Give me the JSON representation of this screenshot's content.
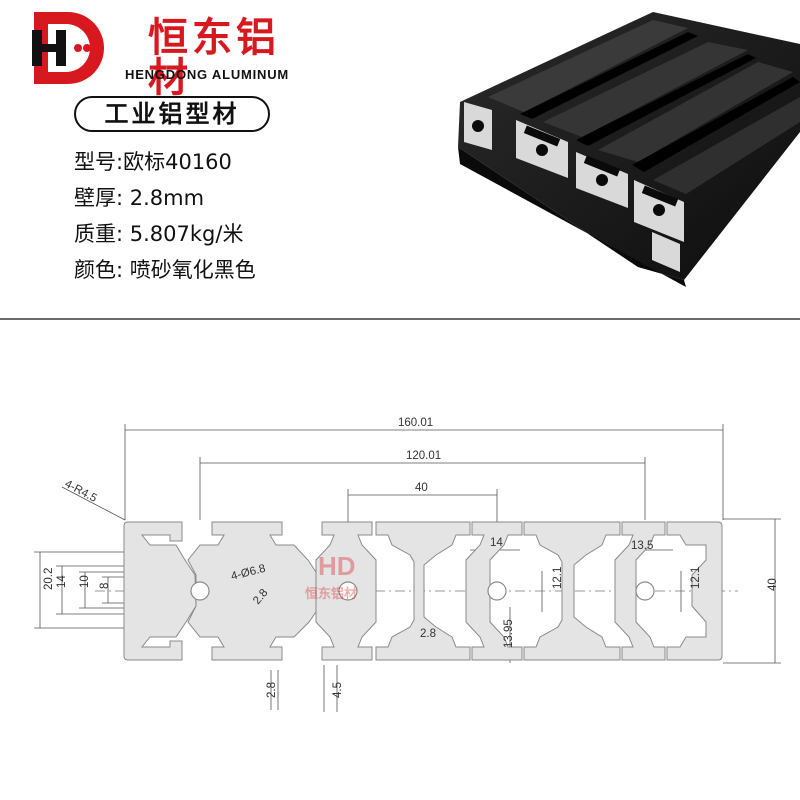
{
  "brand": {
    "logo_letters": "HD",
    "name_cn": "恒东铝材",
    "name_en": "HENGDONG ALUMINUM",
    "color": "#d7181f"
  },
  "title": "工业铝型材",
  "specs": [
    {
      "label": "型号:",
      "value": "欧标40160"
    },
    {
      "label": "壁厚:",
      "value": " 2.8mm"
    },
    {
      "label": "质重:",
      "value": " 5.807kg/米"
    },
    {
      "label": "颜色:",
      "value": " 喷砂氧化黑色"
    }
  ],
  "drawing": {
    "dims": {
      "overall_width": "160.01",
      "slot_span": "120.01",
      "pitch": "40",
      "corner_radius": "4-R4.5",
      "hole_dia": "4-Ø6.8",
      "wall_diag": "2.8",
      "wall_inner": "2.8",
      "side_height": "20.2",
      "left_14": "14",
      "left_10": "10",
      "left_8": "8",
      "web_14": "14",
      "web_13_5": "13.5",
      "core_12_1_a": "12.1",
      "core_12_1_b": "12.1",
      "depth_13_95": "13.95",
      "lip_2_8": "2.8",
      "lip_4_5": "4.5",
      "height": "40"
    },
    "watermark_letters": "HD",
    "watermark_text": "恒东铝材",
    "profile_fill": "#e4e4e4",
    "profile_stroke": "#8a8a8a"
  },
  "colors": {
    "accent": "#d7181f",
    "profile_photo": "#1a1a1a"
  }
}
